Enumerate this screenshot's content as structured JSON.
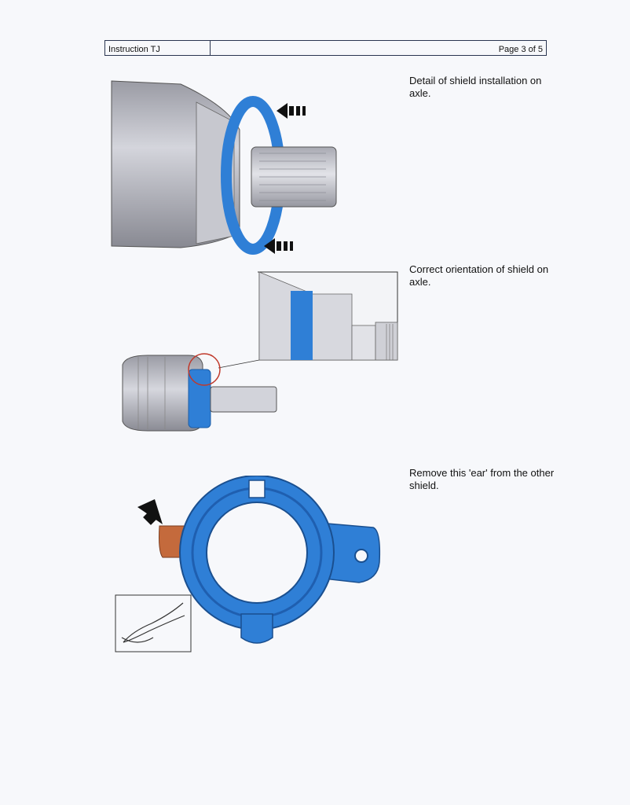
{
  "header": {
    "left": "Instruction TJ",
    "right": "Page 3 of 5"
  },
  "captions": {
    "detail": "Detail of shield installation on axle.",
    "orientation": "Correct orientation of shield on axle.",
    "remove": "Remove this 'ear' from the other shield."
  },
  "colors": {
    "shield_blue": "#2f7fd6",
    "ear_orange": "#c46a3c",
    "metal": "#b9bac2",
    "arrow": "#111111"
  }
}
